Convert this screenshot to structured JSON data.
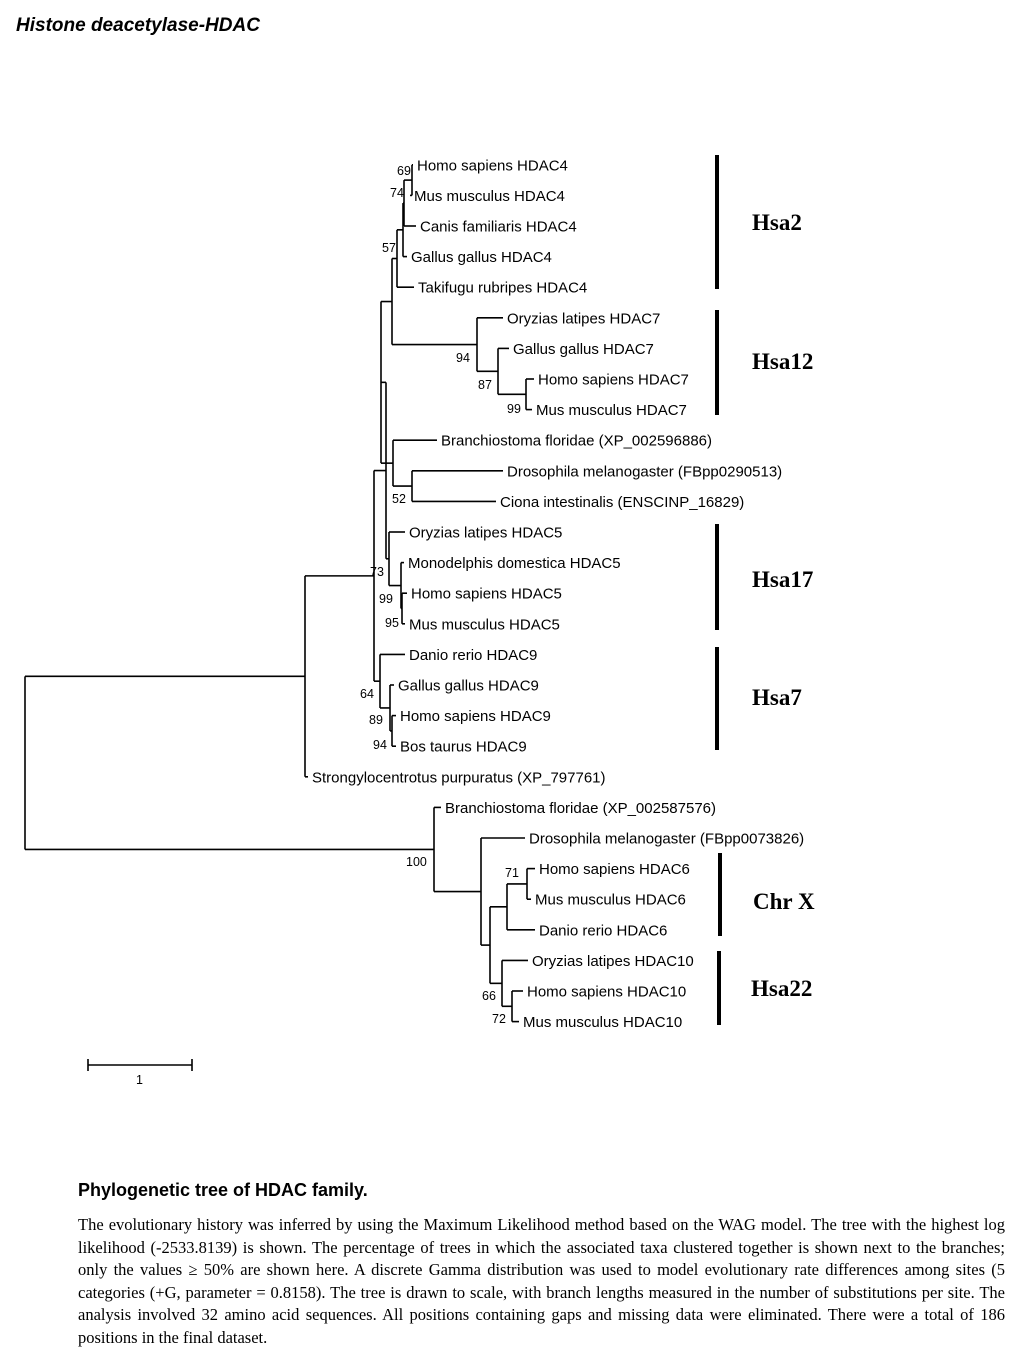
{
  "page_title": "Histone deacetylase-HDAC",
  "tree": {
    "taxa": [
      "Homo sapiens HDAC4",
      "Mus musculus HDAC4",
      "Canis familiaris HDAC4",
      "Gallus gallus HDAC4",
      "Takifugu rubripes HDAC4",
      "Oryzias latipes HDAC7",
      "Gallus gallus HDAC7",
      "Homo sapiens HDAC7",
      "Mus musculus HDAC7",
      "Branchiostoma floridae (XP_002596886)",
      "Drosophila melanogaster (FBpp0290513)",
      "Ciona intestinalis (ENSCINP_16829)",
      "Oryzias latipes HDAC5",
      "Monodelphis domestica HDAC5",
      "Homo sapiens HDAC5",
      "Mus musculus HDAC5",
      "Danio rerio HDAC9",
      "Gallus gallus HDAC9",
      "Homo sapiens HDAC9",
      "Bos taurus HDAC9",
      "Strongylocentrotus purpuratus (XP_797761)",
      "Branchiostoma floridae (XP_002587576)",
      "Drosophila melanogaster (FBpp0073826)",
      "Homo sapiens HDAC6",
      "Mus musculus HDAC6",
      "Danio rerio HDAC6",
      "Oryzias latipes HDAC10",
      "Homo sapiens HDAC10",
      "Mus musculus HDAC10"
    ],
    "support_values": [
      "69",
      "74",
      "57",
      "94",
      "87",
      "99",
      "52",
      "73",
      "99",
      "95",
      "64",
      "89",
      "94",
      "100",
      "71",
      "66",
      "72"
    ],
    "clade_labels": [
      "Hsa2",
      "Hsa12",
      "Hsa17",
      "Hsa7",
      "Chr X",
      "Hsa22"
    ],
    "scale_bar_label": "1"
  },
  "caption": {
    "title": "Phylogenetic tree of HDAC family.",
    "body": "The evolutionary history was inferred by using the Maximum Likelihood method based on the WAG model. The tree with the highest log likelihood (-2533.8139) is shown. The percentage of trees in which the associated taxa clustered together is shown next to the branches; only the values ≥ 50% are shown here. A discrete Gamma distribution was used to model evolutionary rate differences among sites (5 categories (+G, parameter = 0.8158). The tree is drawn to scale, with branch lengths measured in the number of substitutions per site. The analysis involved 32 amino acid sequences. All positions containing gaps and missing data were eliminated. There were a total of 186 positions in the final dataset."
  }
}
